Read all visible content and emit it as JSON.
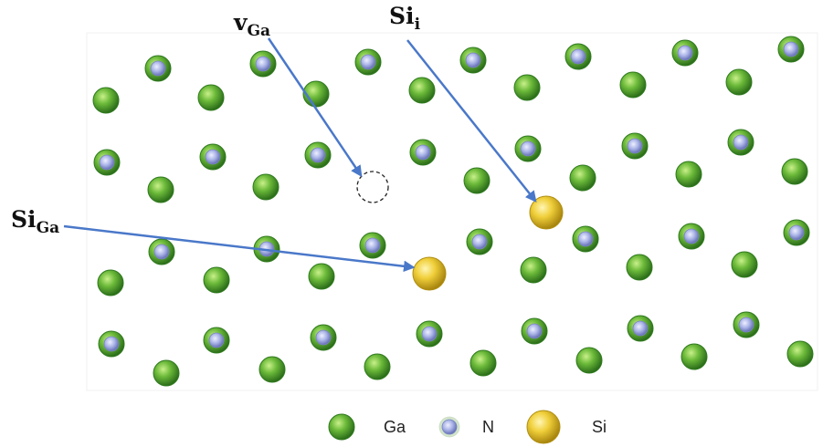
{
  "defects": {
    "vacancy": {
      "base": "v",
      "sub": "Ga"
    },
    "interstitial": {
      "base": "Si",
      "sub": "i"
    },
    "substitutional": {
      "base": "Si",
      "sub": "Ga"
    }
  },
  "legend": {
    "items": [
      {
        "label": "Ga",
        "icon": "ga-atom-icon"
      },
      {
        "label": "N",
        "icon": "n-atom-icon"
      },
      {
        "label": "Si",
        "icon": "si-atom-icon"
      }
    ]
  },
  "colors": {
    "ga": "#6cba3a",
    "ga_dark": "#2f7a1e",
    "n": "#a9b3e6",
    "si": "#f0cf3a",
    "si_dark": "#b08f12",
    "arrow": "#4a78c9"
  }
}
